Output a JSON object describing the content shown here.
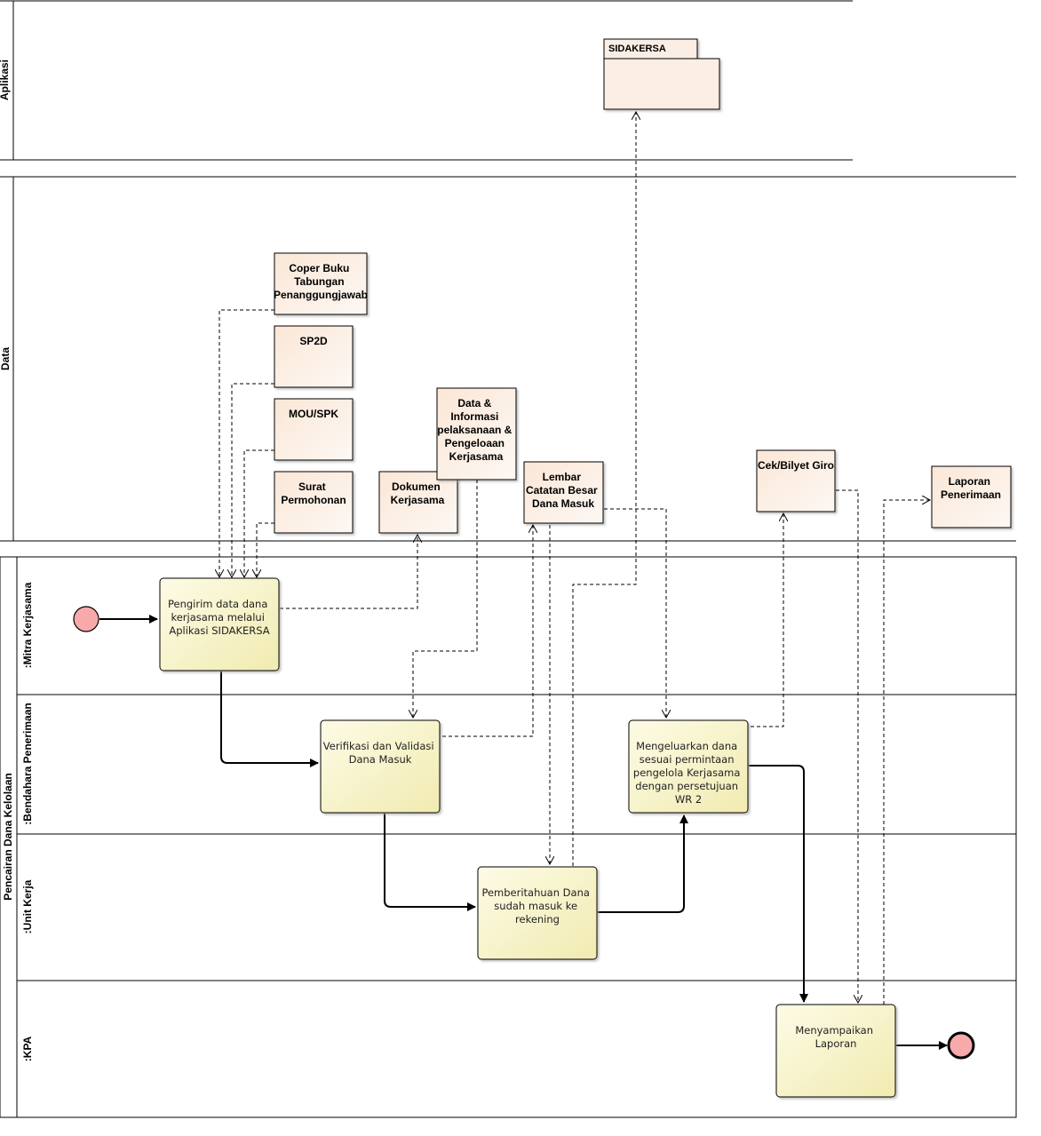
{
  "colors": {
    "task_fill": "#f9f5c7",
    "data_fill": "#fbeee4",
    "event_fill": "#f8aaaa",
    "line": "#000000"
  },
  "lanes": {
    "aplikasi": "Aplikasi",
    "data": "Data",
    "pool": "Pencairan Dana Kelolaan",
    "mitra": ":Mitra Kerjasama",
    "bendahara": ":Bendahara Penerimaan",
    "unit": ":Unit Kerja",
    "kpa": ":KPA"
  },
  "package": {
    "label": "SIDAKERSA"
  },
  "data_objects": {
    "coper": [
      "Coper Buku",
      "Tabungan",
      "Penanggungjawab"
    ],
    "sp2d": [
      "SP2D"
    ],
    "mou": [
      "MOU/SPK"
    ],
    "surat": [
      "Surat",
      "Permohonan"
    ],
    "dokumen": [
      "Dokumen",
      "Kerjasama"
    ],
    "datainfo": [
      "Data &",
      "Informasi",
      "pelaksanaan &",
      "Pengeloaan",
      "Kerjasama"
    ],
    "lembar": [
      "Lembar",
      "Catatan Besar",
      "Dana Masuk"
    ],
    "cek": [
      "Cek/Bilyet Giro"
    ],
    "laporan": [
      "Laporan",
      "Penerimaan"
    ]
  },
  "tasks": {
    "pengirim": [
      "Pengirim data dana",
      "kerjasama melalui",
      "Aplikasi SIDAKERSA"
    ],
    "verifikasi": [
      "Verifikasi dan Validasi",
      "Dana Masuk"
    ],
    "mengeluarkan": [
      "Mengeluarkan dana",
      "sesuai permintaan",
      "pengelola Kerjasama",
      "dengan persetujuan",
      "WR 2"
    ],
    "pemberitahuan": [
      "Pemberitahuan Dana",
      "sudah masuk ke",
      "rekening"
    ],
    "menyampaikan": [
      "Menyampaikan",
      "Laporan"
    ]
  }
}
